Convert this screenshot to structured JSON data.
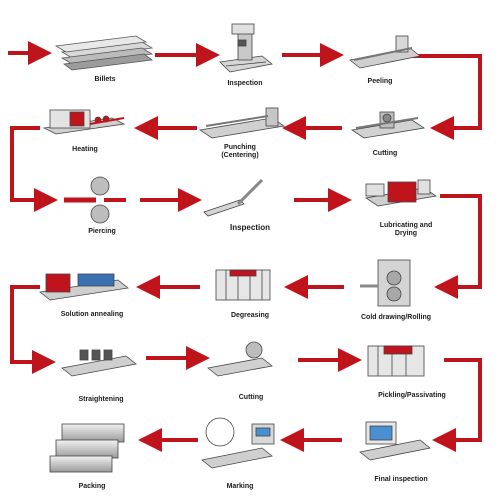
{
  "accent_color": "#c0141c",
  "steps": [
    {
      "label": "Billets",
      "icon": "billets-icon"
    },
    {
      "label": "Inspection",
      "icon": "inspection-machine-icon"
    },
    {
      "label": "Peeling",
      "icon": "peeling-machine-icon"
    },
    {
      "label": "Cutting",
      "icon": "cutting-machine-icon"
    },
    {
      "label": "Punching\n(Centering)",
      "icon": "punching-machine-icon"
    },
    {
      "label": "Heating",
      "icon": "heating-furnace-icon"
    },
    {
      "label": "Piercing",
      "icon": "piercing-rolls-icon"
    },
    {
      "label": "Inspection",
      "icon": "tube-inspection-icon"
    },
    {
      "label": "Lubricating and\nDrying",
      "icon": "lubricating-tank-icon"
    },
    {
      "label": "Cold drawing/Rolling",
      "icon": "cold-drawing-mill-icon"
    },
    {
      "label": "Degreasing",
      "icon": "degreasing-tank-icon"
    },
    {
      "label": "Solution annealing",
      "icon": "annealing-furnace-icon"
    },
    {
      "label": "Straightening",
      "icon": "straightening-machine-icon"
    },
    {
      "label": "Cutting",
      "icon": "tube-cutting-icon"
    },
    {
      "label": "Pickling/Passivating",
      "icon": "pickling-tank-icon"
    },
    {
      "label": "Final inspection",
      "icon": "final-inspection-station-icon"
    },
    {
      "label": "Marking",
      "icon": "marking-machine-icon"
    },
    {
      "label": "Packing",
      "icon": "packing-bundles-icon"
    }
  ]
}
